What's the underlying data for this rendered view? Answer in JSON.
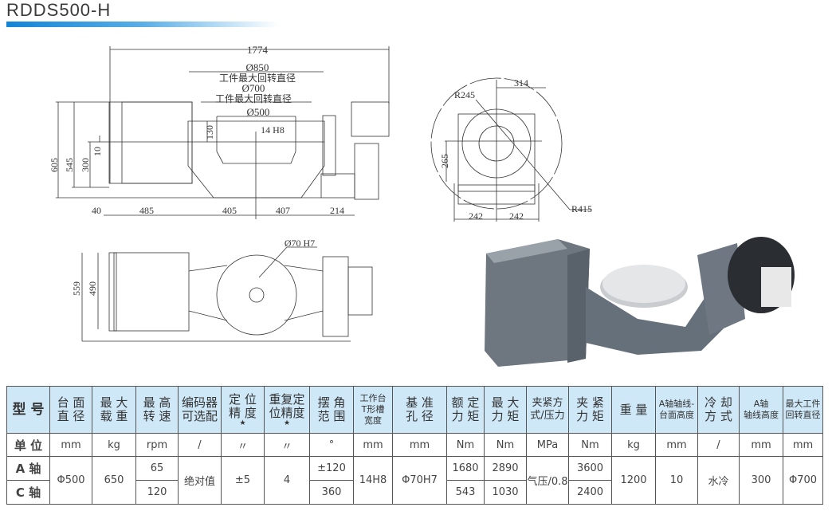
{
  "title": "RDDS500-H",
  "front_view": {
    "overall": "1774",
    "d850": "Ø850",
    "d850_label": "工件最大回转直径",
    "d700": "Ø700",
    "d700_label": "工件最大回转直径",
    "d500": "Ø500",
    "tslot": "14 H8",
    "h130": "130",
    "h605": "605",
    "h545": "545",
    "h300": "300",
    "h10": "10",
    "w40": "40",
    "w485": "485",
    "w405": "405",
    "w407": "407",
    "w214": "214"
  },
  "side_view": {
    "w314": "314",
    "r245": "R245",
    "h265": "265",
    "w242a": "242",
    "w242b": "242",
    "r415": "R415"
  },
  "top_view": {
    "h559": "559",
    "h490": "490",
    "bore": "Ø70 H7"
  },
  "table": {
    "headers": [
      [
        "型 号"
      ],
      [
        "台 面",
        "直 径"
      ],
      [
        "最 大",
        "载 重"
      ],
      [
        "最 高",
        "转 速"
      ],
      [
        "编码器",
        "可选配"
      ],
      [
        "定 位",
        "精 度"
      ],
      [
        "重复定",
        "位精度"
      ],
      [
        "摆 角",
        "范 围"
      ],
      [
        "工作台",
        "T形槽",
        "宽度"
      ],
      [
        "基 准",
        "孔 径"
      ],
      [
        "额 定",
        "力 矩"
      ],
      [
        "最 大",
        "力 矩"
      ],
      [
        "夹紧方",
        "式/压力"
      ],
      [
        "夹 紧",
        "力 矩"
      ],
      [
        "重 量"
      ],
      [
        "A轴轴线-",
        "台面高度"
      ],
      [
        "冷 却",
        "方 式"
      ],
      [
        "A轴",
        "轴线高度"
      ],
      [
        "最大工件",
        "回转直径"
      ]
    ],
    "star": "★",
    "units": [
      "单 位",
      "mm",
      "kg",
      "rpm",
      "/",
      "〃",
      "〃",
      "°",
      "mm",
      "mm",
      "Nm",
      "Nm",
      "MPa",
      "Nm",
      "kg",
      "mm",
      "/",
      "mm",
      "mm"
    ],
    "a_label": "A 轴",
    "c_label": "C 轴",
    "table_dia": "Φ500",
    "max_load": "650",
    "speed_a": "65",
    "speed_c": "120",
    "encoder": "绝对值",
    "position_acc": "±5",
    "repeat_acc": "4",
    "swing_a": "±120",
    "swing_c": "360",
    "tslot": "14H8",
    "ref_bore": "Φ70H7",
    "rated_torque_a": "1680",
    "rated_torque_c": "543",
    "max_torque_a": "2890",
    "max_torque_c": "1030",
    "clamp_mode": "气压/0.8",
    "clamp_torque_a": "3600",
    "clamp_torque_c": "2400",
    "weight": "1200",
    "a_offset": "10",
    "cooling": "水冷",
    "a_height": "300",
    "max_swing": "Φ700"
  }
}
